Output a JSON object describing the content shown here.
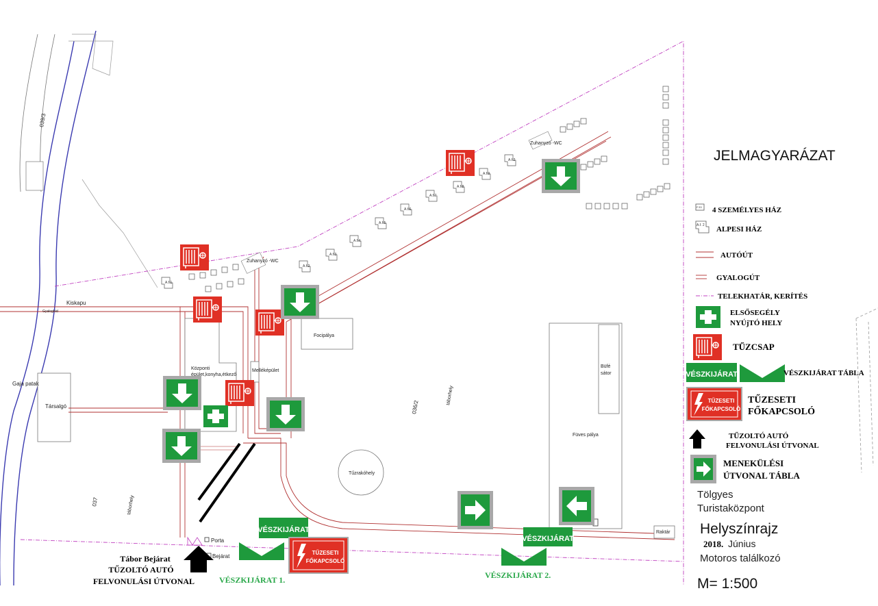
{
  "map": {
    "place_labels": {
      "parcel_039_3": "039/3",
      "kiskapu": "Kiskapu",
      "gyalogho": "Gyaloghíd",
      "gaja_patak": "Gaja patak",
      "tarsalgo": "Társalgó",
      "parcel_037": "037",
      "taborhely_1": "táborhely",
      "taborhely_2": "táborhely",
      "parcel_036_2": "036/2",
      "kozponti_1": "Központi",
      "kozponti_2": "épület,konyha,étkező",
      "mellekepulet": "Melléképület",
      "focipalya": "Focipálya",
      "tuzrakohely": "Tűzrakóhely",
      "fuves_palya": "Füves pálya",
      "bufe_1": "Büfé",
      "bufe_2": "sátor",
      "raktar": "Raktár",
      "zuhanyzo_1": "Zuhanyzó -WC",
      "zuhanyzo_2": "Zuhanyzó -WC",
      "porta": "Porta",
      "bejarat": "Bejárat",
      "tabor_bejarat": "Tábor Bejárat",
      "tuzolto_auto": "TŰZOLTÓ AUTÓ",
      "felvonulasi": "FELVONULÁSI ÚTVONAL",
      "veszkijarat_1": "VÉSZKIJÁRAT 1.",
      "veszkijarat_2": "VÉSZKIJÁRAT 2.",
      "veszkijarat_sign": "VÉSZKIJÁRAT",
      "tuzeseti_1": "TŰZESETI",
      "tuzeseti_2": "FŐKAPCSOLÓ"
    },
    "alpine_houses": [
      "A.f.1",
      "A.f.2",
      "A.f.3",
      "A.f.4",
      "A.f.5",
      "A.f.6",
      "A.f.7",
      "A.f.8",
      "A.f.9",
      "A.f.2"
    ]
  },
  "legend": {
    "title": "JELMAGYARÁZAT",
    "items": {
      "four_person_house": "4 SZEMÉLYES HÁZ",
      "alpine_house": "ALPESI HÁZ",
      "road": "AUTÓÚT",
      "footpath": "GYALOGÚT",
      "boundary": "TELEKHATÁR, KERÍTÉS",
      "first_aid_1": "ELSŐSEGÉLY",
      "first_aid_2": "NYÚjTÓ HELY",
      "hydrant": "TŰZCSAP",
      "exit_sign_label": "VÉSZKIJÁRAT",
      "exit_sign": "VÉSZKIJÁRAT TÁBLA",
      "main_switch_1": "TŰZESETI",
      "main_switch_2": "FŐKAPCSOLÓ",
      "fire_route_1": "TŰZOLTÓ AUTÓ",
      "fire_route_2": "FELVONULÁSI ÚTVONAL",
      "escape_1": "MENEKÜLÉSI",
      "escape_2": "ÚTVONAL TÁBLA",
      "house_code": "F.33",
      "alpine_code": "A.f. 2"
    },
    "site_1": "Tölgyes",
    "site_2": "Turistaközpont",
    "plan_title": "Helyszínrajz",
    "date_year": "2018.",
    "date_month": "Június",
    "event": "Motoros találkozó",
    "scale": "M= 1:500"
  },
  "colors": {
    "road": "#b03030",
    "boundary": "#c040c0",
    "stream": "#3a3ab0",
    "exit_green": "#1e9a3c",
    "hydrant_red": "#e03025",
    "sign_frame": "#a8a8a8"
  },
  "icons": {
    "hydrant": "fire-hydrant-icon",
    "first_aid": "first-aid-cross-icon",
    "escape_down": "arrow-down-icon",
    "escape_right": "arrow-right-icon",
    "escape_left": "arrow-left-icon",
    "lightning": "lightning-icon",
    "fire_route": "black-up-arrow-icon"
  }
}
